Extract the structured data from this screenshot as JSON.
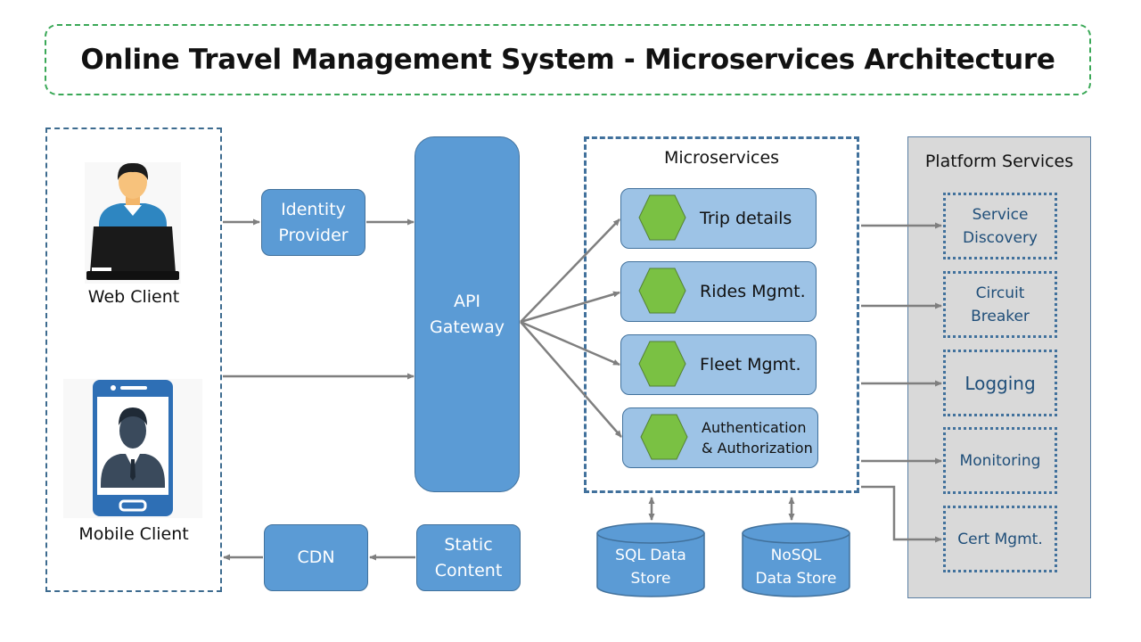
{
  "title": "Online Travel Management System - Microservices Architecture",
  "clients": {
    "web": "Web Client",
    "mobile": "Mobile Client"
  },
  "identity_provider": "Identity Provider",
  "api_gateway": "API Gateway",
  "cdn": "CDN",
  "static_content": "Static Content",
  "microservices": {
    "title": "Microservices",
    "items": [
      {
        "label": "Trip details"
      },
      {
        "label": "Rides Mgmt."
      },
      {
        "label": "Fleet Mgmt."
      },
      {
        "label": "Authentication & Authorization"
      }
    ]
  },
  "data_stores": {
    "sql": "SQL Data Store",
    "nosql": "NoSQL Data Store"
  },
  "platform_services": {
    "title": "Platform Services",
    "items": [
      {
        "label": "Service Discovery"
      },
      {
        "label": "Circuit Breaker"
      },
      {
        "label": "Logging"
      },
      {
        "label": "Monitoring"
      },
      {
        "label": "Cert Mgmt."
      }
    ]
  },
  "colors": {
    "title_border": "#3aa857",
    "primary_blue": "#5b9bd5",
    "light_blue": "#9dc3e6",
    "hexagon_green": "#7ac143",
    "platform_bg": "#d9d9d9",
    "arrow_gray": "#7f7f7f"
  },
  "icons": {
    "web_client": "person-laptop-icon",
    "mobile_client": "phone-user-icon",
    "service": "hexagon-icon",
    "database": "cylinder-icon"
  }
}
